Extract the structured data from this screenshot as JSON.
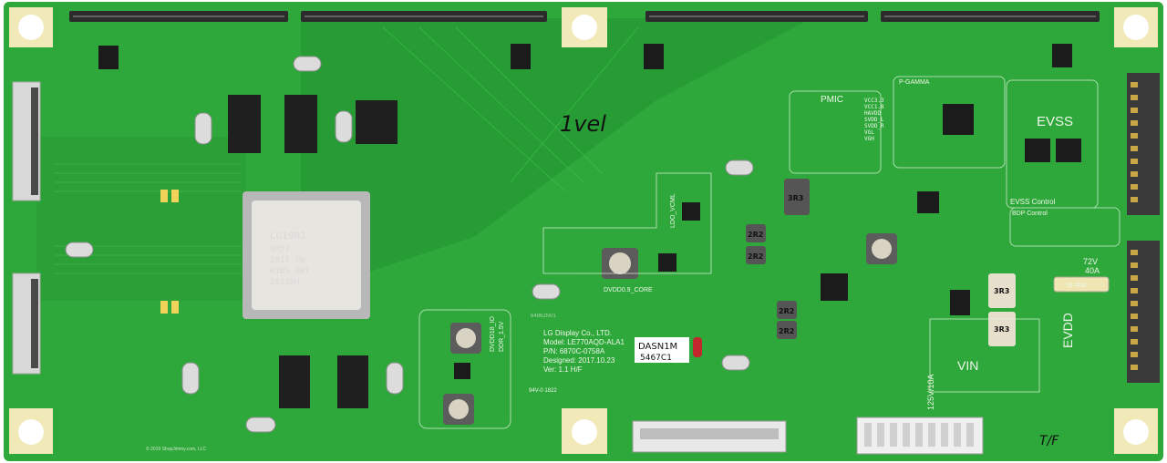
{
  "board": {
    "manufacturer": "LG Display Co., LTD.",
    "model": "Model: LE770AQD-ALA1",
    "part_number": "P/N: 6870C-0758A",
    "designed": "Designed: 2017.10.23",
    "version": "Ver: 1.1  H/F",
    "serial_label": "DASN1M",
    "serial_code": "5467C1",
    "handwritten_top": "1vel",
    "handwritten_corner": "T/F",
    "copyright": "© 2019 ShopJimmy.com, LLC",
    "main_chip_text": [
      "LG1901",
      "SM21",
      "2017 TW",
      "H1B5 6B1",
      "Z0310H"
    ]
  },
  "silkscreen": {
    "evss": "EVSS",
    "evss_control": "EVSS Control",
    "bdp_control": "BDP Control",
    "evdd": "EVDD",
    "vin": "VIN",
    "pmic": "PMIC",
    "p_gamma": "P-GAMMA",
    "rating_72v": "72V",
    "rating_40a": "40A",
    "fuse_label": "IE 40A",
    "rating_vin": "125V/10A",
    "ldo_vcml": "LDO_VCML",
    "dvddo_core": "DVDD0.9_CORE",
    "dvdd18": "DVDD18_IO",
    "ddr": "DDR_1.5V",
    "pmic_rails": [
      "VCC3.3",
      "VCC1.8",
      "HAVDD",
      "SVDD_L",
      "SVDD_R",
      "VGL",
      "VGH"
    ],
    "inductors": [
      "3R3",
      "2R2",
      "2R2",
      "2R2",
      "2R2",
      "3R3",
      "3R3"
    ],
    "board_id": "64962N01",
    "ul_mark": "94V-0 1822"
  }
}
